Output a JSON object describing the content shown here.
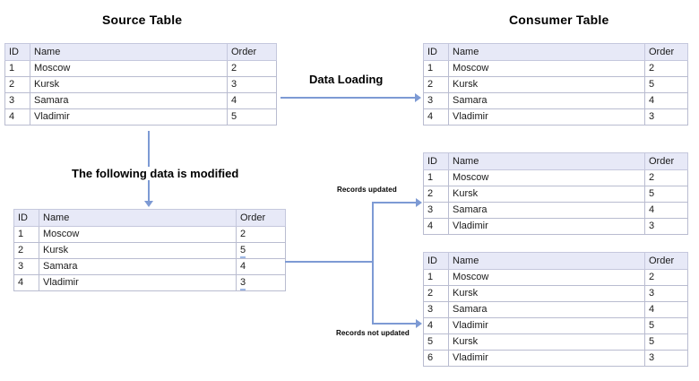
{
  "titles": {
    "source": "Source Table",
    "consumer": "Consumer Table"
  },
  "columns": {
    "id": "ID",
    "name": "Name",
    "order": "Order"
  },
  "tables": {
    "source": {
      "name": "source-table",
      "rows": [
        {
          "id": "1",
          "name": "Moscow",
          "order": "2",
          "changed": false
        },
        {
          "id": "2",
          "name": "Kursk",
          "order": "3",
          "changed": false
        },
        {
          "id": "3",
          "name": "Samara",
          "order": "4",
          "changed": false
        },
        {
          "id": "4",
          "name": "Vladimir",
          "order": "5",
          "changed": false
        }
      ]
    },
    "source_modified": {
      "name": "source-table-modified",
      "rows": [
        {
          "id": "1",
          "name": "Moscow",
          "order": "2",
          "changed": false
        },
        {
          "id": "2",
          "name": "Kursk",
          "order": "5",
          "changed": true
        },
        {
          "id": "3",
          "name": "Samara",
          "order": "4",
          "changed": false
        },
        {
          "id": "4",
          "name": "Vladimir",
          "order": "3",
          "changed": true
        }
      ]
    },
    "consumer_initial": {
      "name": "consumer-table-initial",
      "rows": [
        {
          "id": "1",
          "name": "Moscow",
          "order": "2",
          "changed": false
        },
        {
          "id": "2",
          "name": "Kursk",
          "order": "5",
          "changed": false
        },
        {
          "id": "3",
          "name": "Samara",
          "order": "4",
          "changed": false
        },
        {
          "id": "4",
          "name": "Vladimir",
          "order": "3",
          "changed": false
        }
      ]
    },
    "consumer_updated": {
      "name": "consumer-table-records-updated",
      "rows": [
        {
          "id": "1",
          "name": "Moscow",
          "order": "2",
          "changed": false
        },
        {
          "id": "2",
          "name": "Kursk",
          "order": "5",
          "changed": false
        },
        {
          "id": "3",
          "name": "Samara",
          "order": "4",
          "changed": false
        },
        {
          "id": "4",
          "name": "Vladimir",
          "order": "3",
          "changed": false
        }
      ]
    },
    "consumer_not_updated": {
      "name": "consumer-table-records-not-updated",
      "rows": [
        {
          "id": "1",
          "name": "Moscow",
          "order": "2",
          "changed": false
        },
        {
          "id": "2",
          "name": "Kursk",
          "order": "3",
          "changed": false
        },
        {
          "id": "3",
          "name": "Samara",
          "order": "4",
          "changed": false
        },
        {
          "id": "4",
          "name": "Vladimir",
          "order": "5",
          "changed": false
        },
        {
          "id": "5",
          "name": "Kursk",
          "order": "5",
          "changed": false
        },
        {
          "id": "6",
          "name": "Vladimir",
          "order": "3",
          "changed": false
        }
      ]
    }
  },
  "labels": {
    "data_loading": "Data Loading",
    "data_modified": "The following data is modified",
    "records_updated": "Records updated",
    "records_not_updated": "Records not updated"
  },
  "colors": {
    "connector": "#7d9ad4",
    "header_bg": "#e7e9f7",
    "border": "#b9bcd0",
    "change_marker": "#9db7e4",
    "text": "#000000"
  }
}
